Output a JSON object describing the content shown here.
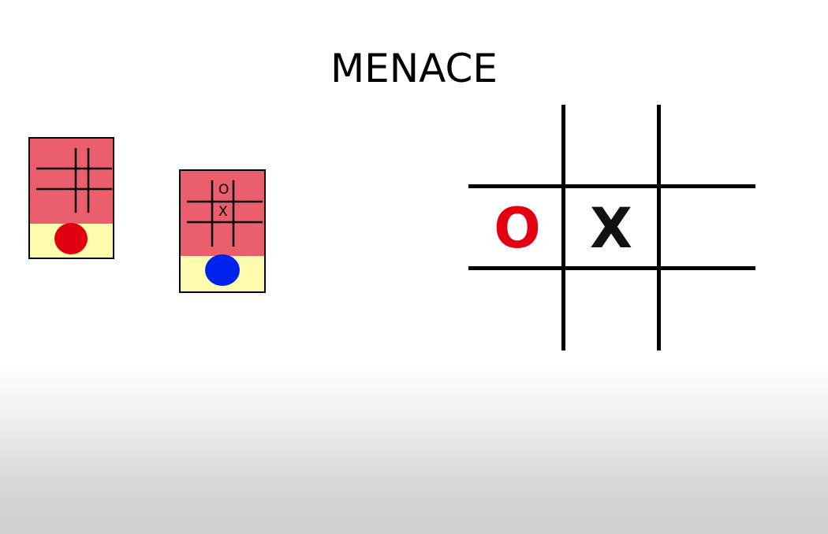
{
  "title": "MENACE",
  "matchboxes": [
    {
      "name": "empty-board-matchbox",
      "top_color": "#eb5e6d",
      "tray_color": "#fefcaf",
      "bead_color": "#e00010",
      "marks": []
    },
    {
      "name": "ox-board-matchbox",
      "top_color": "#eb5e6d",
      "tray_color": "#fefcaf",
      "bead_color": "#0022ee",
      "marks": [
        "O",
        "X"
      ]
    }
  ],
  "board": {
    "cells": [
      "",
      "",
      "",
      "O",
      "X",
      "",
      "",
      "",
      ""
    ],
    "o_color": "#e30012",
    "x_color": "#111111"
  }
}
